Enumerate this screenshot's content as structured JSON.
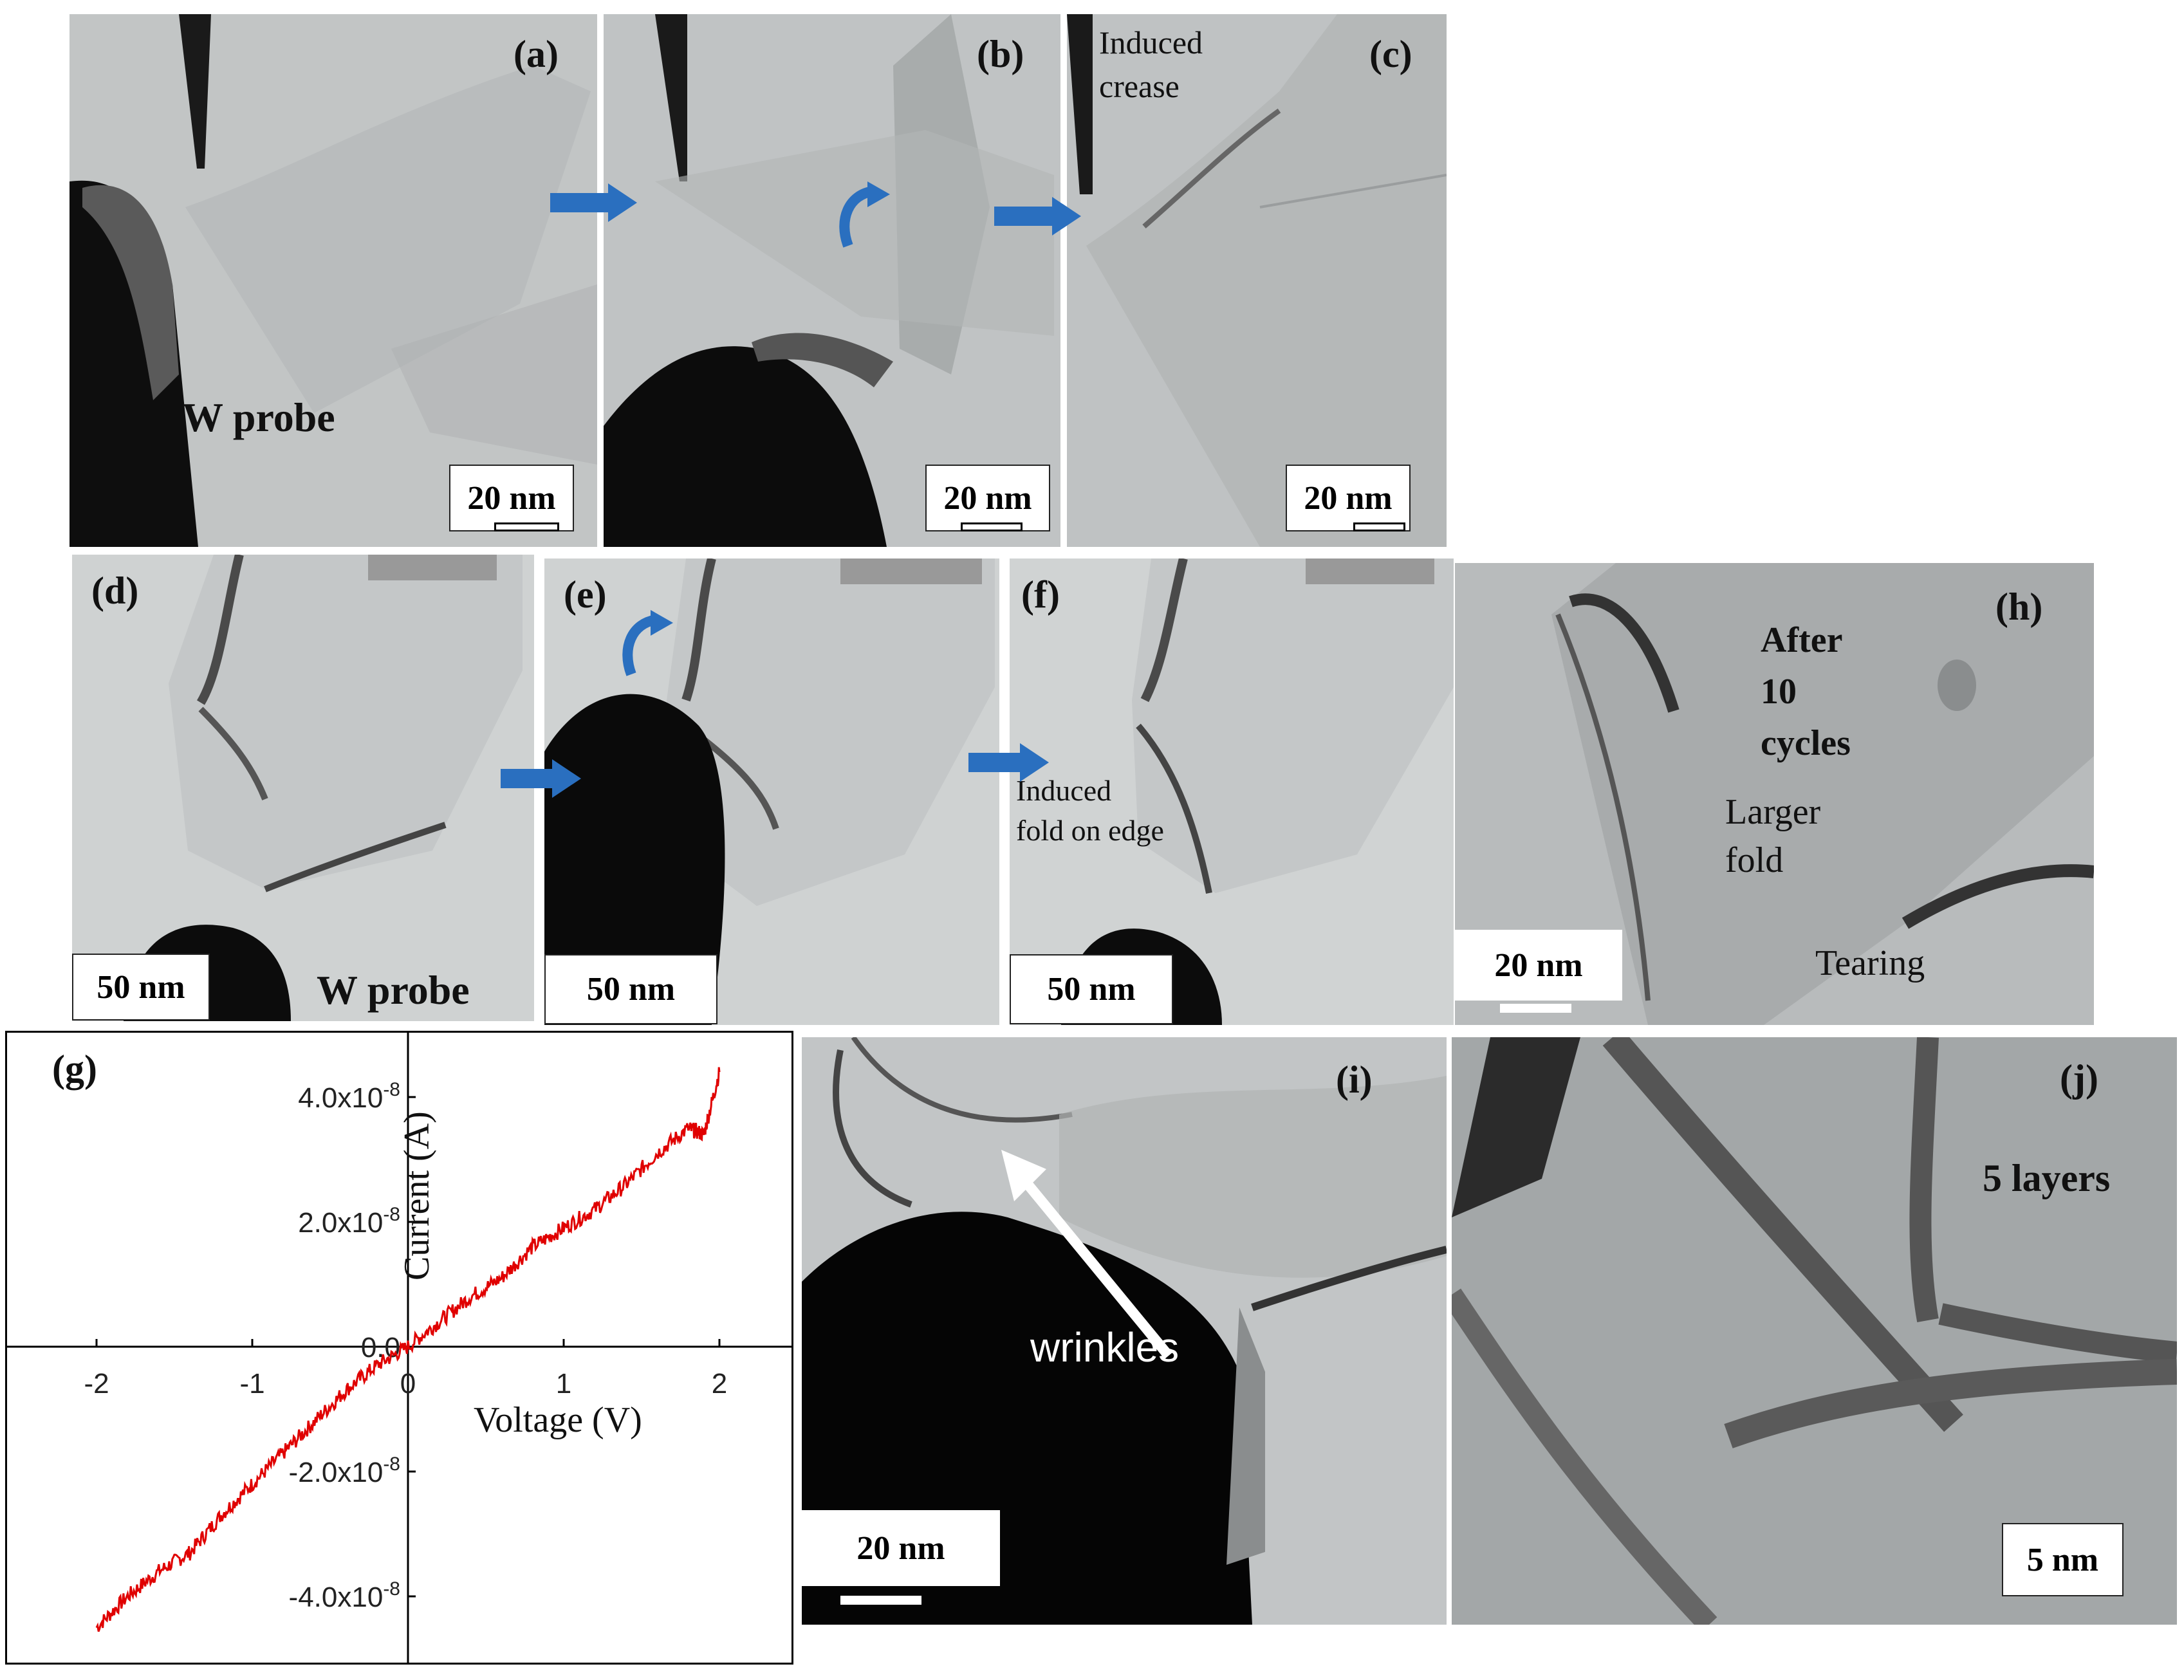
{
  "panels": {
    "a": {
      "label": "(a)",
      "scale": "20 nm",
      "text": "W probe"
    },
    "b": {
      "label": "(b)",
      "scale": "20 nm"
    },
    "c": {
      "label": "(c)",
      "scale": "20 nm",
      "annotation": "Induced\ncrease"
    },
    "d": {
      "label": "(d)",
      "scale": "50 nm",
      "text": "W probe"
    },
    "e": {
      "label": "(e)",
      "scale": "50 nm"
    },
    "f": {
      "label": "(f)",
      "scale": "50 nm",
      "annotation": "Induced\nfold on edge"
    },
    "h": {
      "label": "(h)",
      "scale": "20 nm",
      "bold_text": "After\n10\ncycles",
      "text1": "Larger\nfold",
      "text2": "Tearing"
    },
    "i": {
      "label": "(i)",
      "scale": "20 nm",
      "annotation": "wrinkles"
    },
    "j": {
      "label": "(j)",
      "scale": "5 nm",
      "text": "5 layers"
    },
    "g": {
      "label": "(g)"
    }
  },
  "colors": {
    "arrow": "#2a6fbf",
    "curve": "#e00000"
  },
  "chart_data": {
    "type": "line",
    "xlabel": "Voltage (V)",
    "ylabel": "Current (A)",
    "xlim": [
      -2.4,
      2.4
    ],
    "ylim": [
      -5e-08,
      5e-08
    ],
    "xticks": [
      "-2",
      "-1",
      "0",
      "1",
      "2"
    ],
    "xtick_values": [
      -2,
      -1,
      0,
      1,
      2
    ],
    "yticks": [
      "-4.0x10-8",
      "-2.0x10-8",
      "0.0",
      "2.0x10-8",
      "4.0x10-8"
    ],
    "ytick_values": [
      -4e-08,
      -2e-08,
      0,
      2e-08,
      4e-08
    ],
    "series": [
      {
        "x": [
          -2.0,
          -1.8,
          -1.6,
          -1.4,
          -1.2,
          -1.0,
          -0.8,
          -0.6,
          -0.4,
          -0.2,
          0.0,
          0.2,
          0.4,
          0.6,
          0.8,
          1.0,
          1.2,
          1.4,
          1.6,
          1.8,
          1.9,
          2.0
        ],
        "y": [
          -4.5e-08,
          -4e-08,
          -3.6e-08,
          -3.3e-08,
          -2.7e-08,
          -2.2e-08,
          -1.7e-08,
          -1.2e-08,
          -7e-09,
          -3e-09,
          0.0,
          4e-09,
          8e-09,
          1.1e-08,
          1.6e-08,
          1.9e-08,
          2.2e-08,
          2.6e-08,
          3.1e-08,
          3.5e-08,
          3.4e-08,
          4.4e-08
        ]
      }
    ]
  }
}
